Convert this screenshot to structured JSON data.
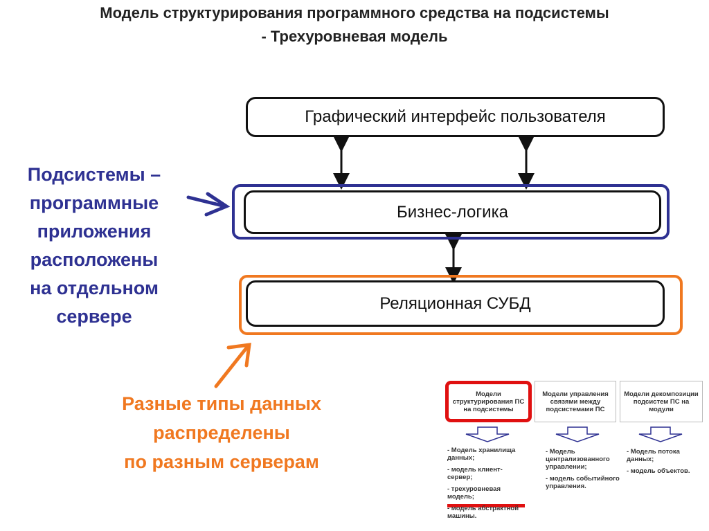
{
  "title": {
    "line1": "Модель структурирования программного средства на подсистемы",
    "line2": "- Трехуровневая модель"
  },
  "layers": {
    "gui": "Графический интерфейс пользователя",
    "business": "Бизнес-логика",
    "dbms": "Реляционная СУБД"
  },
  "annotations": {
    "subsystems": [
      "Подсистемы –",
      "программные",
      "приложения",
      "расположены",
      "на отдельном",
      "сервере"
    ],
    "data_types": [
      "Разные типы данных",
      "распределены",
      "по разным серверам"
    ]
  },
  "colors": {
    "blue": "#2e3192",
    "orange": "#f07820",
    "red": "#e01010"
  },
  "mini": {
    "columns": [
      {
        "header": "Модели структурирования ПС на подсистемы",
        "items": [
          "- Модель хранилища данных;",
          "- модель клиент-сервер;",
          "- трехуровневая модель;",
          "- модель абстрактной машины."
        ]
      },
      {
        "header": "Модели управления связями между подсистемами ПС",
        "items": [
          "- Модель централизованного управлении;",
          "- модель событийного управления."
        ]
      },
      {
        "header": "Модели декомпозиции подсистем ПС на модули",
        "items": [
          "- Модель потока данных;",
          "- модель объектов."
        ]
      }
    ]
  }
}
